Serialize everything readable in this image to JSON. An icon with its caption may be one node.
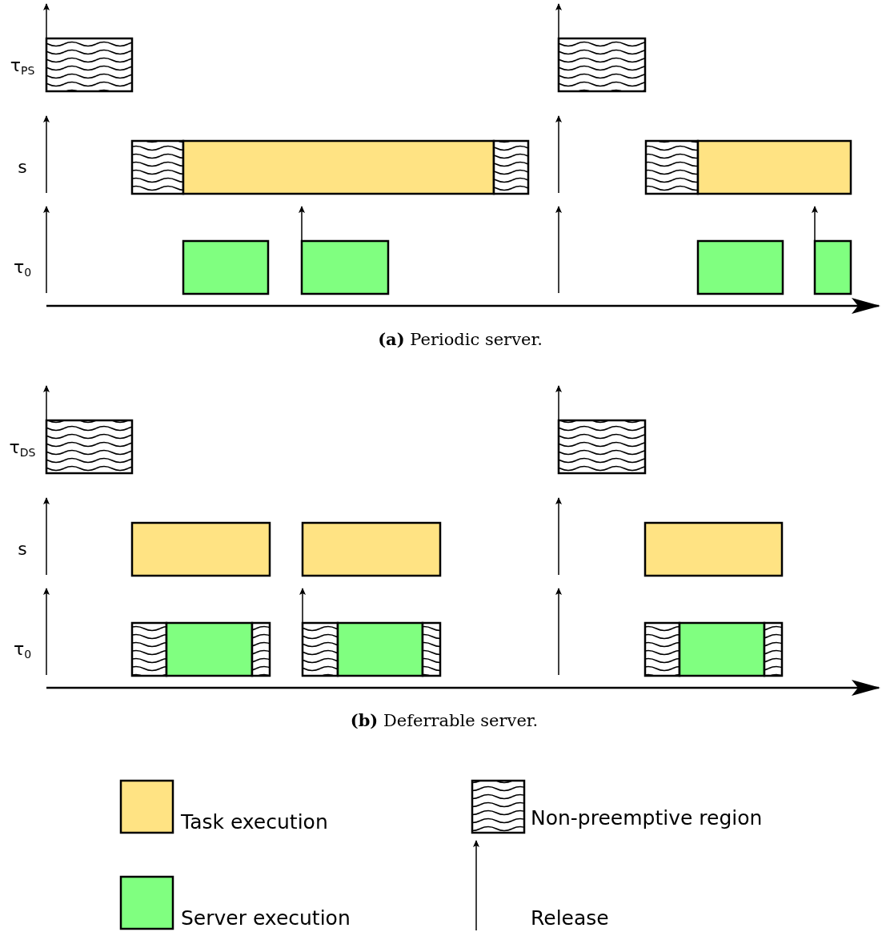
{
  "diagram": {
    "labels": [
      "τ$_{PS}$",
      "s",
      "τ$_{0}$",
      "**(a)** Periodic server.",
      "τ$_{DS}$",
      "s",
      "τ$_{0}$",
      "**(b)** Deferrable server."
    ],
    "legend": [
      {
        "text": "Task execution",
        "color": "#ffe383"
      },
      {
        "text": "Server execution",
        "color": "#80ff80"
      },
      {
        "text": "Non-preemptive region"
      },
      {
        "text": "Release"
      }
    ]
  }
}
